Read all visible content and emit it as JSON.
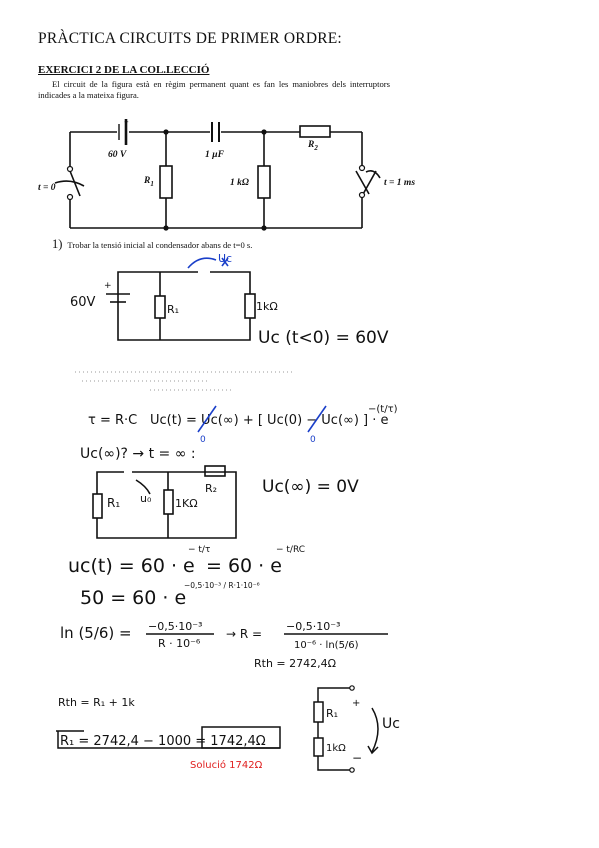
{
  "document": {
    "title": "PRÀCTICA CIRCUITS DE PRIMER ORDRE:",
    "exercise_title": "EXERCICI  2 DE LA COL.LECCIÓ",
    "intro": "El circuit de la figura està en règim permanent quant es fan les maniobres dels interruptors indicades a la mateixa figura.",
    "question_number": "1)",
    "question_text": "Trobar la tensió inicial al condensador abans de t=0 s."
  },
  "circuit": {
    "source": "60 V",
    "source_plus": "+",
    "capacitor": "1 µF",
    "r1": "R",
    "r1_sub": "1",
    "r_1k": "1 kΩ",
    "r2": "R",
    "r2_sub": "2",
    "switch1": "t = 0",
    "switch2": "t = 1 ms"
  },
  "handwriting": {
    "c1_source": "60V",
    "c1_plus": "+",
    "c1_r1": "R₁",
    "c1_r1k": "1kΩ",
    "c1_uc": "Uc",
    "c1_result": "Uc (t<0) = 60V",
    "tau_eq": "τ = R·C",
    "uct_eq": "Uc(t) = Uc(∞) + [ Uc(0) − Uc(∞) ] · e",
    "uct_exp": "−(t/τ)",
    "zero1": "0",
    "zero2": "0",
    "ucinf_q": "Uc(∞)? → t = ∞ :",
    "c2_r1": "R₁",
    "c2_uo": "u₀",
    "c2_r1k": "1KΩ",
    "c2_r2": "R₂",
    "c2_result": "Uc(∞) = 0V",
    "eq_decay": "uc(t) = 60 · e",
    "eq_decay_exp1": "− t/τ",
    "eq_decay_mid": "= 60 · e",
    "eq_decay_exp2": "− t/RC",
    "eq_50": "50 = 60 · e",
    "eq_50_exp": "−0,5·10⁻³ / R·1·10⁻⁶",
    "ln_lhs": "ln (5/6) =",
    "ln_num": "−0,5·10⁻³",
    "ln_den": "R · 10⁻⁶",
    "r_eq": "→  R =",
    "r_num": "−0,5·10⁻³",
    "r_den": "10⁻⁶ · ln(5/6)",
    "rth_val": "Rth = 2742,4Ω",
    "rth_sum": "Rth = R₁ + 1k",
    "r1_result": "R₁ = 2742,4 − 1000 = 1742,4Ω",
    "solution": "Solució 1742Ω",
    "c3_r1": "R₁",
    "c3_r1k": "1kΩ",
    "c3_plus": "+",
    "c3_minus": "−",
    "c3_uc": "Uc"
  }
}
